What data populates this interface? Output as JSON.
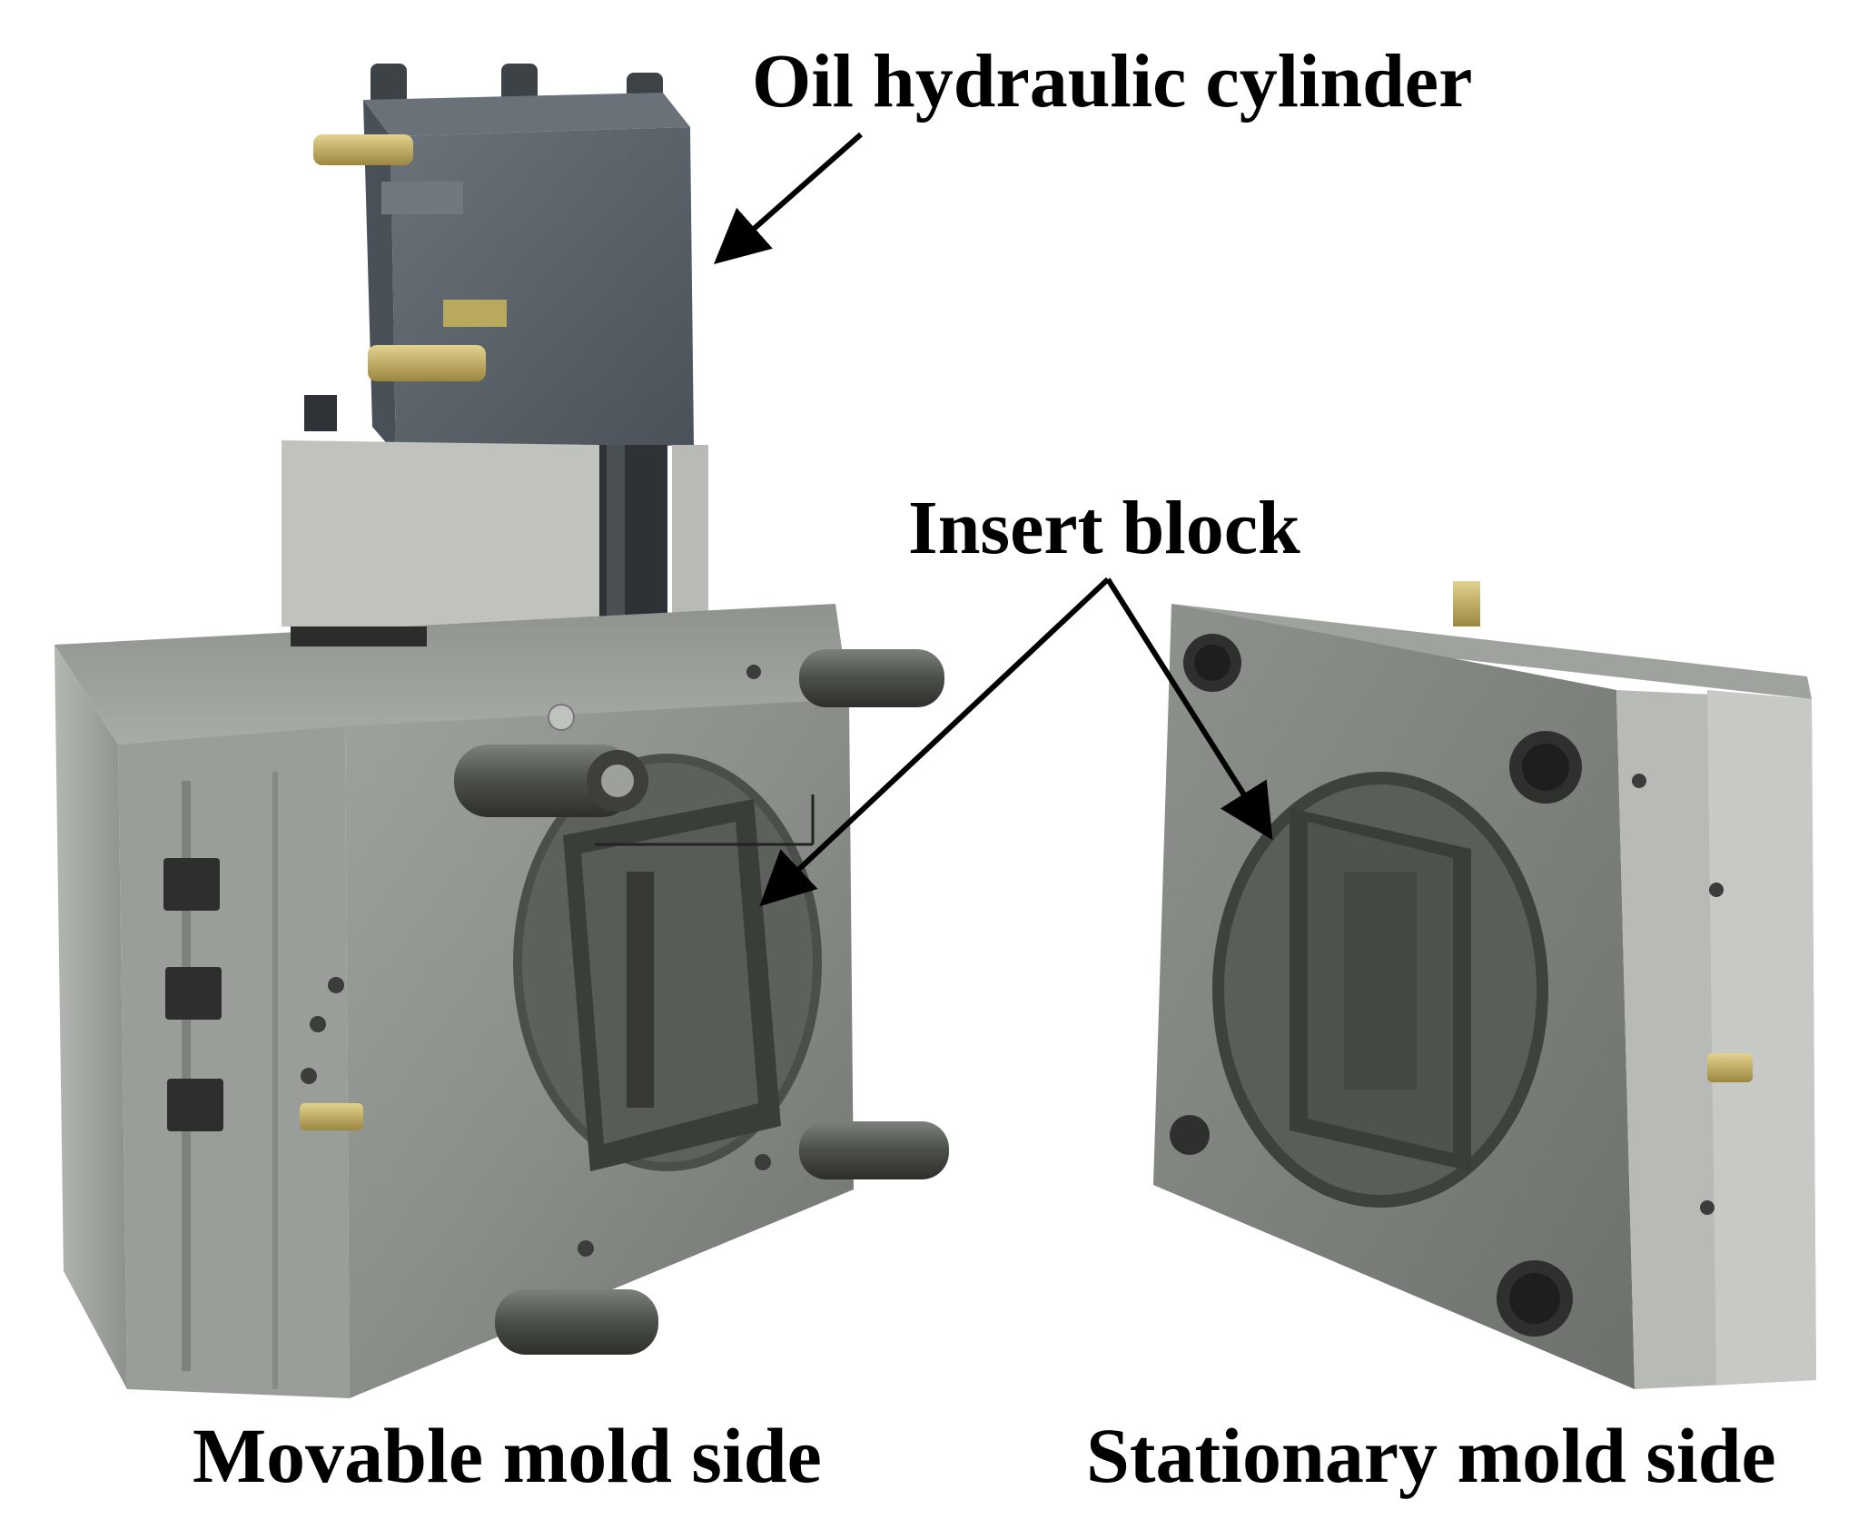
{
  "labels": {
    "oil_cylinder": "Oil hydraulic cylinder",
    "insert_block": "Insert block",
    "movable_side": "Movable mold side",
    "stationary_side": "Stationary mold side"
  },
  "colors": {
    "background": "#ffffff",
    "steel_light": "#a7aba5",
    "steel_mid": "#8d918b",
    "steel_dark": "#5e625c",
    "cylinder_block": "#555c63",
    "brass_fitting": "#c8b46a",
    "arrow": "#000000"
  }
}
